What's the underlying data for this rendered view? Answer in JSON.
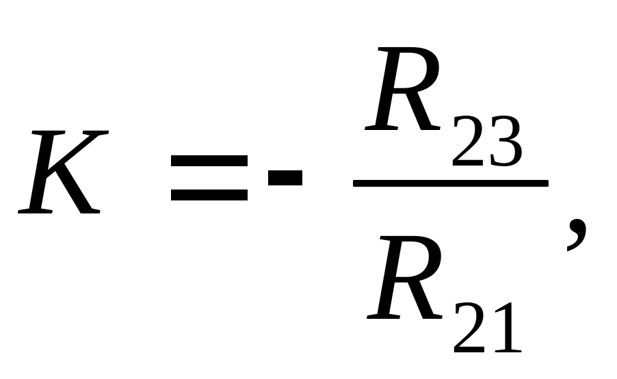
{
  "formula": {
    "lhs": "K",
    "equals": "=",
    "minus": "-",
    "numerator": {
      "var": "R",
      "sub": "23"
    },
    "denominator": {
      "var": "R",
      "sub": "21"
    },
    "trailing": ","
  }
}
